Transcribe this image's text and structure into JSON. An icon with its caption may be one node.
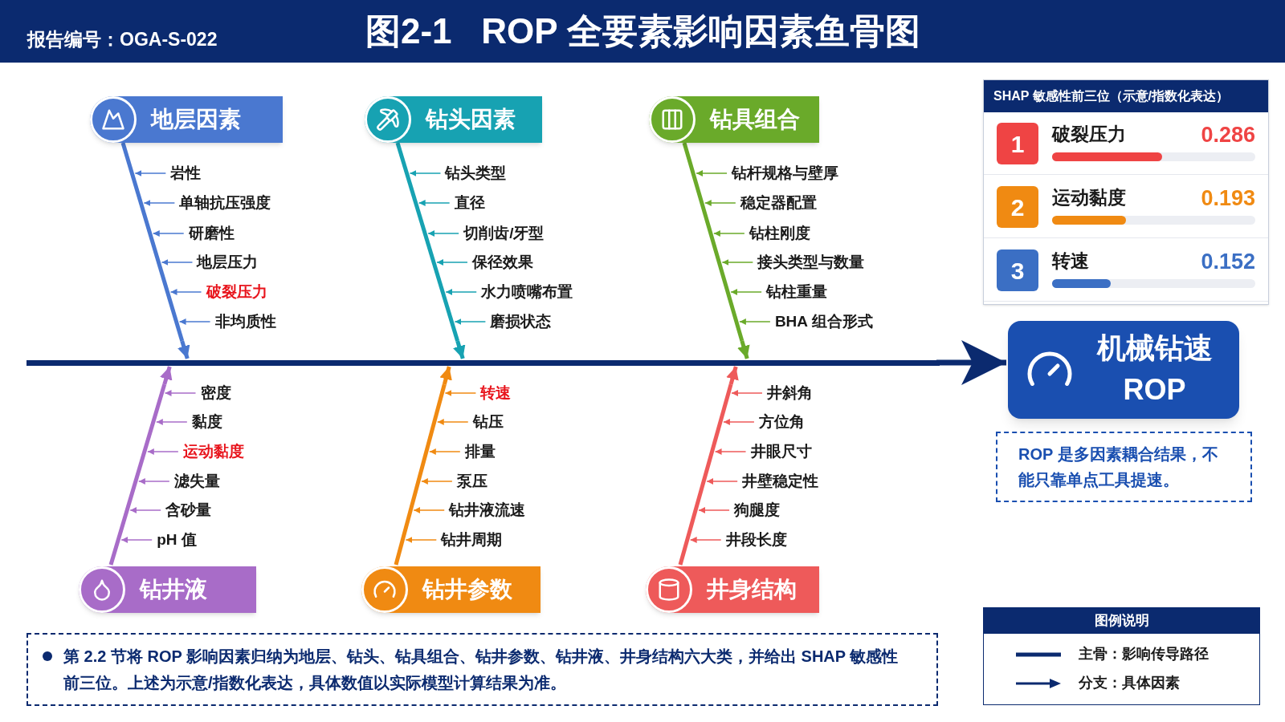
{
  "diagram": {
    "title": "图2-1   ROP 全要素影响因素鱼骨图",
    "nodes": [
      {
        "text": [
          "地层因素"
        ]
      },
      {
        "text": [
          "钻头因素"
        ]
      },
      {
        "text": [
          "钻具组合"
        ]
      },
      {
        "text": [
          "钻井液"
        ]
      },
      {
        "text": [
          "钻井参数"
        ]
      },
      {
        "text": [
          "井身结构"
        ]
      },
      {
        "text": [
          "岩性"
        ]
      },
      {
        "text": [
          "单轴抗压强度"
        ]
      },
      {
        "text": [
          "研磨性"
        ]
      },
      {
        "text": [
          "地层压力"
        ]
      },
      {
        "text": [
          "破裂压力"
        ]
      },
      {
        "text": [
          "非均质性"
        ]
      },
      {
        "text": [
          "钻头类型"
        ]
      },
      {
        "text": [
          "直径"
        ]
      },
      {
        "text": [
          "切削齿/牙型"
        ]
      },
      {
        "text": [
          "保径效果"
        ]
      },
      {
        "text": [
          "水力喷嘴布置"
        ]
      },
      {
        "text": [
          "磨损状态"
        ]
      },
      {
        "text": [
          "钻杆规格与壁厚"
        ]
      },
      {
        "text": [
          "稳定器配置"
        ]
      },
      {
        "text": [
          "钻柱刚度"
        ]
      },
      {
        "text": [
          "接头类型与数量"
        ]
      },
      {
        "text": [
          "钻柱重量"
        ]
      },
      {
        "text": [
          "BHA 组合形式"
        ]
      },
      {
        "text": [
          "密度"
        ]
      },
      {
        "text": [
          "黏度"
        ]
      },
      {
        "text": [
          "运动黏度"
        ]
      },
      {
        "text": [
          "滤失量"
        ]
      },
      {
        "text": [
          "含砂量"
        ]
      },
      {
        "text": [
          "pH 值"
        ]
      },
      {
        "text": [
          "转速"
        ]
      },
      {
        "text": [
          "钻压"
        ]
      },
      {
        "text": [
          "排量"
        ]
      },
      {
        "text": [
          "泵压"
        ]
      },
      {
        "text": [
          "钻井液流速"
        ]
      },
      {
        "text": [
          "钻井周期"
        ]
      },
      {
        "text": [
          "井斜角"
        ]
      },
      {
        "text": [
          "方位角"
        ]
      },
      {
        "text": [
          "井眼尺寸"
        ]
      },
      {
        "text": [
          "井壁稳定性"
        ]
      },
      {
        "text": [
          "狗腿度"
        ]
      },
      {
        "text": [
          "井段长度"
        ]
      },
      {
        "text": [
          "SHAP 敏感性前三位（示意/指数化表达）"
        ]
      },
      {
        "text": [
          "1",
          "破裂压力",
          "0.286"
        ],
        "in": 42
      },
      {
        "text": [
          "2",
          "运动黏度",
          "0.193"
        ],
        "in": 42
      },
      {
        "text": [
          "3",
          "转速",
          "0.152"
        ],
        "in": 42
      },
      {
        "text": [
          "机械钻速 ROP"
        ]
      },
      {
        "text": [
          "ROP 是多因素耦合结果，不能只靠单点工具提速。"
        ]
      },
      {
        "text": [],
        "shape": "bar"
      },
      {
        "text": [
          "第 2.2 节将 ROP 影响因素归纳为地层、钻头、钻具组合、钻井参数、钻井液、井身结构六大类，并给出 SHAP 敏感性前三位。上述为示意/指数化表达，具体数值以实际模型计算结果为准。"
        ]
      },
      {
        "text": [],
        "shape": "line"
      },
      {
        "text": [],
        "shape": "line"
      },
      {
        "text": [],
        "shape": "line"
      },
      {
        "text": [],
        "shape": "line"
      },
      {
        "text": [],
        "shape": "line"
      },
      {
        "text": [],
        "shape": "line"
      }
    ],
    "edges": [
      {
        "from": 50,
        "to": 48,
        "arrow": "to",
        "style": "thick",
        "color": "#4a78d0"
      },
      {
        "from": 51,
        "to": 48,
        "arrow": "to",
        "style": "thick",
        "color": "#17a2b2"
      },
      {
        "from": 52,
        "to": 48,
        "arrow": "to",
        "style": "thick",
        "color": "#6aaa2a"
      },
      {
        "from": 53,
        "to": 48,
        "arrow": "to",
        "style": "thick",
        "color": "#a86cc8"
      },
      {
        "from": 54,
        "to": 48,
        "arrow": "to",
        "style": "thick",
        "color": "#f08a12"
      },
      {
        "from": 55,
        "to": 48,
        "arrow": "to",
        "style": "thick",
        "color": "#ee5a5a"
      },
      {
        "from": 6,
        "to": 50,
        "arrow": "to",
        "color": "#4a78d0"
      },
      {
        "from": 7,
        "to": 50,
        "arrow": "to",
        "color": "#4a78d0"
      },
      {
        "from": 8,
        "to": 50,
        "arrow": "to",
        "color": "#4a78d0"
      },
      {
        "from": 9,
        "to": 50,
        "arrow": "to",
        "color": "#4a78d0"
      },
      {
        "from": 10,
        "to": 50,
        "arrow": "to",
        "color": "#4a78d0"
      },
      {
        "from": 11,
        "to": 50,
        "arrow": "to",
        "color": "#4a78d0"
      },
      {
        "from": 12,
        "to": 51,
        "arrow": "to",
        "color": "#17a2b2"
      },
      {
        "from": 13,
        "to": 51,
        "arrow": "to",
        "color": "#17a2b2"
      },
      {
        "from": 14,
        "to": 51,
        "arrow": "to",
        "color": "#17a2b2"
      },
      {
        "from": 15,
        "to": 51,
        "arrow": "to",
        "color": "#17a2b2"
      },
      {
        "from": 16,
        "to": 51,
        "arrow": "to",
        "color": "#17a2b2"
      },
      {
        "from": 17,
        "to": 51,
        "arrow": "to",
        "color": "#17a2b2"
      },
      {
        "from": 18,
        "to": 52,
        "arrow": "to",
        "color": "#6aaa2a"
      },
      {
        "from": 19,
        "to": 52,
        "arrow": "to",
        "color": "#6aaa2a"
      },
      {
        "from": 20,
        "to": 52,
        "arrow": "to",
        "color": "#6aaa2a"
      },
      {
        "from": 21,
        "to": 52,
        "arrow": "to",
        "color": "#6aaa2a"
      },
      {
        "from": 22,
        "to": 52,
        "arrow": "to",
        "color": "#6aaa2a"
      },
      {
        "from": 23,
        "to": 52,
        "arrow": "to",
        "color": "#6aaa2a"
      },
      {
        "from": 24,
        "to": 53,
        "arrow": "to",
        "color": "#a86cc8"
      },
      {
        "from": 25,
        "to": 53,
        "arrow": "to",
        "color": "#a86cc8"
      },
      {
        "from": 26,
        "to": 53,
        "arrow": "to",
        "color": "#a86cc8"
      },
      {
        "from": 27,
        "to": 53,
        "arrow": "to",
        "color": "#a86cc8"
      },
      {
        "from": 28,
        "to": 53,
        "arrow": "to",
        "color": "#a86cc8"
      },
      {
        "from": 29,
        "to": 53,
        "arrow": "to",
        "color": "#a86cc8"
      },
      {
        "from": 30,
        "to": 54,
        "arrow": "to",
        "color": "#f08a12"
      },
      {
        "from": 31,
        "to": 54,
        "arrow": "to",
        "color": "#f08a12"
      },
      {
        "from": 32,
        "to": 54,
        "arrow": "to",
        "color": "#f08a12"
      },
      {
        "from": 33,
        "to": 54,
        "arrow": "to",
        "color": "#f08a12"
      },
      {
        "from": 34,
        "to": 54,
        "arrow": "to",
        "color": "#f08a12"
      },
      {
        "from": 35,
        "to": 54,
        "arrow": "to",
        "color": "#f08a12"
      },
      {
        "from": 36,
        "to": 55,
        "arrow": "to",
        "color": "#ee5a5a"
      },
      {
        "from": 37,
        "to": 55,
        "arrow": "to",
        "color": "#ee5a5a"
      },
      {
        "from": 38,
        "to": 55,
        "arrow": "to",
        "color": "#ee5a5a"
      },
      {
        "from": 39,
        "to": 55,
        "arrow": "to",
        "color": "#ee5a5a"
      },
      {
        "from": 40,
        "to": 55,
        "arrow": "to",
        "color": "#ee5a5a"
      },
      {
        "from": 41,
        "to": 55,
        "arrow": "to",
        "color": "#ee5a5a"
      },
      {
        "from": 48,
        "to": 46,
        "arrow": "to",
        "style": "thick",
        "color": "#0b2a6f"
      }
    ],
    "labels": [
      "报告编号：OGA-S-022",
      "图例说明"
    ],
    "legend": [
      {
        "text": "主骨：影响传导路径"
      },
      {
        "text": "分支：具体因素"
      }
    ]
  }
}
